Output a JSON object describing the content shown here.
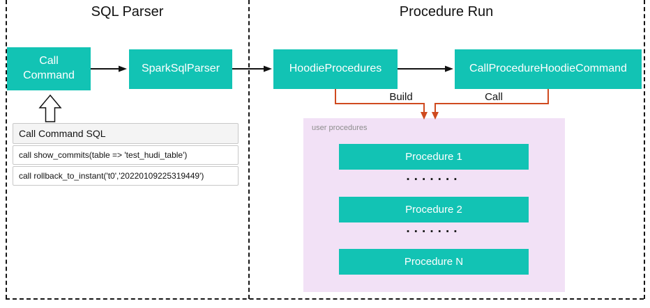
{
  "colors": {
    "teal": "#12c3b4",
    "purple_panel": "#f2e1f6",
    "orange_connector": "#cf4a1f",
    "dashed_border": "#141414",
    "sql_header_bg": "#f4f4f4"
  },
  "sections": {
    "sql_parser": {
      "title": "SQL Parser"
    },
    "procedure_run": {
      "title": "Procedure Run"
    }
  },
  "nodes": {
    "call_command": {
      "label": "Call\nCommand"
    },
    "spark_sql_parser": {
      "label": "SparkSqlParser"
    },
    "hoodie_procedures": {
      "label": "HoodieProcedures"
    },
    "call_procedure_hoodie_command": {
      "label": "CallProcedureHoodieCommand"
    }
  },
  "edges": {
    "build_label": "Build",
    "call_label": "Call"
  },
  "sql_panel": {
    "header": "Call Command SQL",
    "rows": [
      "call show_commits(table => 'test_hudi_table')",
      "call rollback_to_instant('t0','20220109225319449')"
    ]
  },
  "user_procedures": {
    "label": "user procedures",
    "items": [
      "Procedure 1",
      "Procedure 2",
      "Procedure N"
    ],
    "dots": "·······"
  }
}
